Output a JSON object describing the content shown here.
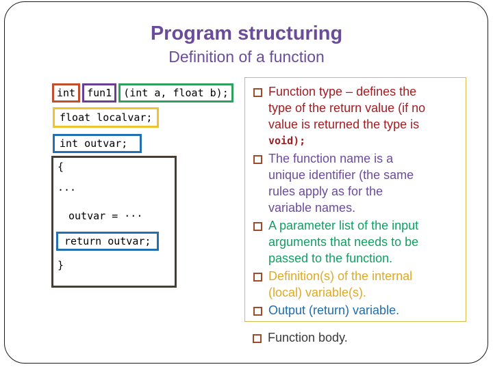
{
  "slide": {
    "title": "Program structuring",
    "subtitle": "Definition of a function"
  },
  "palette": {
    "heading_purple": "#6B4C9B",
    "box_int_border": "#C0502D",
    "box_fun_border": "#6A3D96",
    "box_params_border": "#2EA05E",
    "box_local_border": "#EFC32E",
    "box_out_border": "#2270B2",
    "box_body_border": "#453F33",
    "panel_border": "#DBB84C",
    "bullet_marker": "#9E4A2B",
    "bullet_red": "#A01E22",
    "bullet_purple": "#6B4C9B",
    "bullet_green": "#129E63",
    "bullet_gold": "#DFA926",
    "bullet_blue": "#1E6CAE",
    "bullet_black": "#3A3A3A"
  },
  "code": {
    "return_type": "int",
    "function_name": "fun1",
    "params": "(int a, float b);",
    "local_decl": "float localvar;",
    "out_decl": "int outvar;",
    "body_open": "{",
    "body_ellipsis": "···",
    "body_assign": "outvar = ···",
    "body_return": "return outvar;",
    "body_close": "}"
  },
  "bullets": {
    "items": [
      {
        "color": "#A01E22",
        "lines": [
          "Function type – defines the",
          "type of the return value (if no",
          "value is returned the type is"
        ],
        "code_tail": "void);"
      },
      {
        "color": "#6B4C9B",
        "lines": [
          "The function name is a",
          "unique identifier (the same",
          "rules apply as for the",
          "variable names."
        ]
      },
      {
        "color": "#129E63",
        "lines": [
          "A parameter list of the input",
          "arguments that needs to be",
          "passed to the function."
        ]
      },
      {
        "color": "#DFA926",
        "lines": [
          "Definition(s) of the internal",
          "(local) variable(s)."
        ]
      },
      {
        "color": "#1E6CAE",
        "lines": [
          "Output (return) variable."
        ]
      }
    ],
    "outside_item": {
      "color": "#3A3A3A",
      "lines": [
        "Function body."
      ]
    }
  }
}
